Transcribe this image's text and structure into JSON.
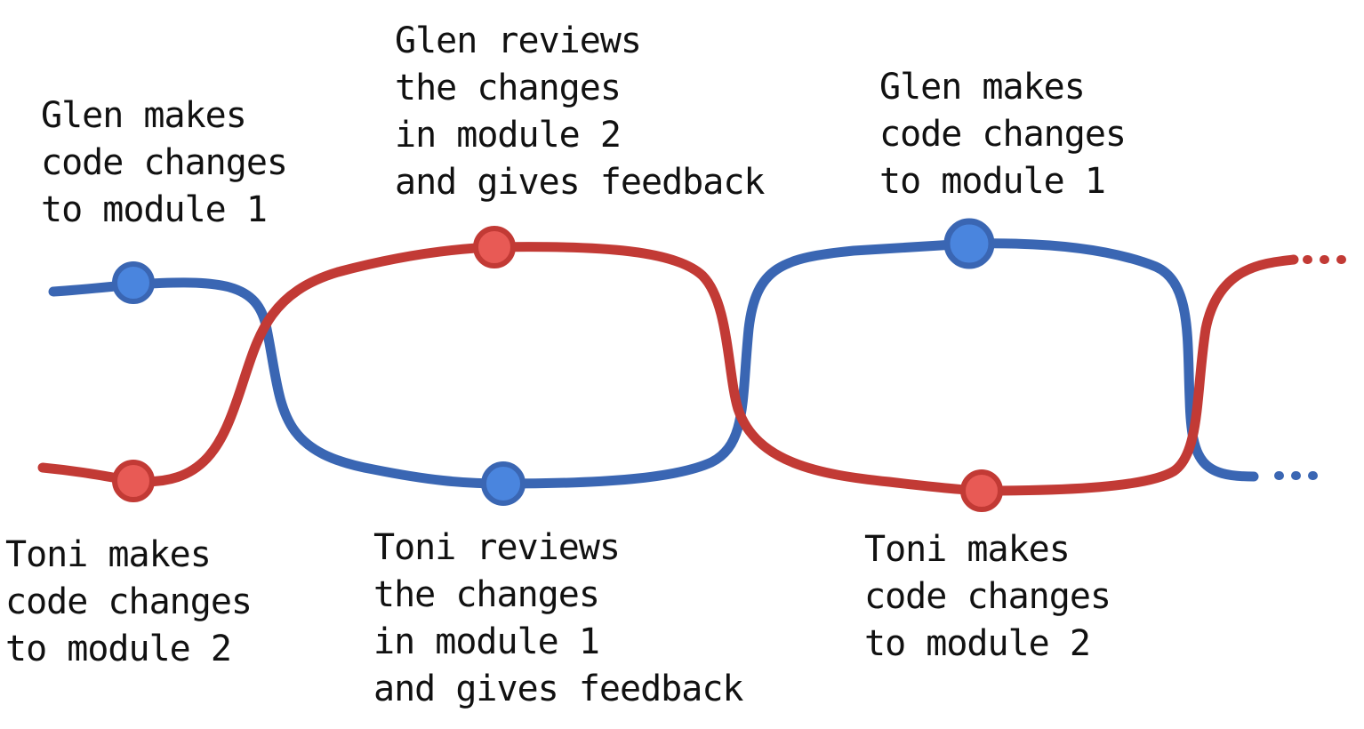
{
  "colors": {
    "glen": "#3a66b3",
    "glen_dot": "#4a85de",
    "toni": "#c23a35",
    "toni_dot": "#e85a55",
    "text": "#111111"
  },
  "steps": [
    {
      "who": "glen",
      "lines": [
        "Glen makes",
        "code changes",
        "to module 1"
      ]
    },
    {
      "who": "toni",
      "lines": [
        "Toni makes",
        "code changes",
        "to module 2"
      ]
    },
    {
      "who": "glen",
      "lines": [
        "Glen reviews",
        "the changes",
        "in module 2",
        "and gives feedback"
      ]
    },
    {
      "who": "toni",
      "lines": [
        "Toni reviews",
        "the changes",
        "in module 1",
        "and gives feedback"
      ]
    },
    {
      "who": "glen",
      "lines": [
        "Glen makes",
        "code changes",
        "to module 1"
      ]
    },
    {
      "who": "toni",
      "lines": [
        "Toni makes",
        "code changes",
        "to module 2"
      ]
    }
  ]
}
